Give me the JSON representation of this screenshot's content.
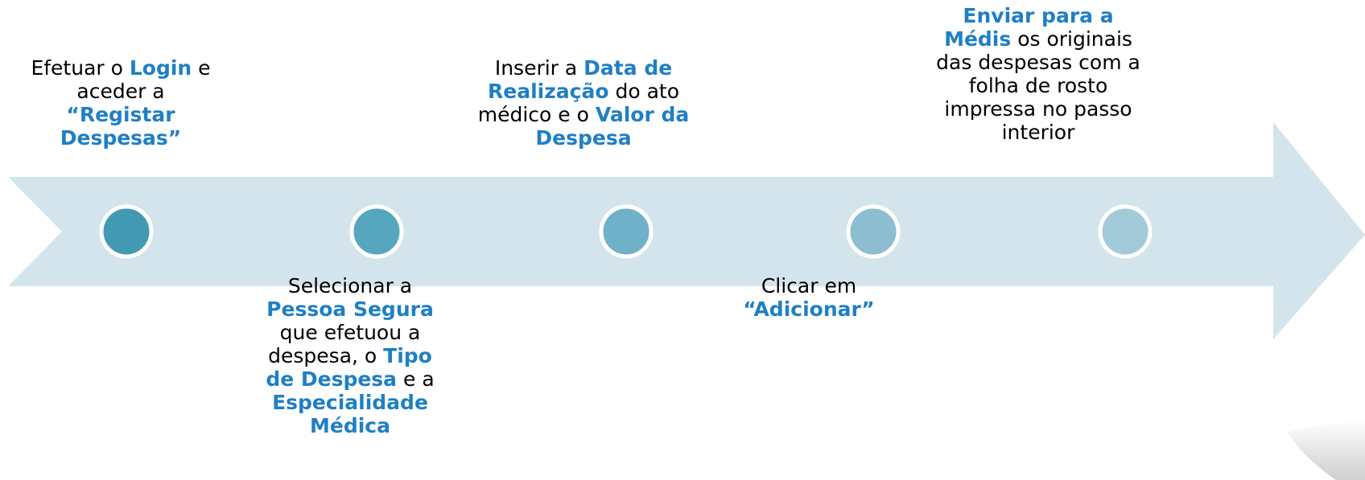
{
  "colors": {
    "arrow_fill": "#d3e4ec",
    "highlight_text": "#1f7fc4",
    "node_colors": [
      "#4499b2",
      "#56a7bd",
      "#6fb1c8",
      "#8dbdd0",
      "#a2cad9"
    ],
    "node_ring": "#ffffff"
  },
  "steps": [
    {
      "parts": [
        {
          "text": "Efetuar o ",
          "hl": false
        },
        {
          "text": "Login",
          "hl": true
        },
        {
          "text": " e aceder a ",
          "hl": false
        },
        {
          "text": "“Registar Despesas”",
          "hl": true
        }
      ]
    },
    {
      "parts": [
        {
          "text": "Selecionar a ",
          "hl": false
        },
        {
          "text": "Pessoa Segura",
          "hl": true
        },
        {
          "text": " que efetuou a despesa, o ",
          "hl": false
        },
        {
          "text": "Tipo de Despesa",
          "hl": true
        },
        {
          "text": " e a ",
          "hl": false
        },
        {
          "text": "Especialidade Médica",
          "hl": true
        }
      ]
    },
    {
      "parts": [
        {
          "text": "Inserir a ",
          "hl": false
        },
        {
          "text": "Data de Realização",
          "hl": true
        },
        {
          "text": " do ato médico e o ",
          "hl": false
        },
        {
          "text": "Valor da Despesa",
          "hl": true
        }
      ]
    },
    {
      "parts": [
        {
          "text": "Clicar em ",
          "hl": false
        },
        {
          "text": "“Adicionar”",
          "hl": true
        }
      ]
    },
    {
      "parts": [
        {
          "text": "Enviar para a Médis",
          "hl": true
        },
        {
          "text": " os originais das despesas com a folha de rosto impressa no passo interior",
          "hl": false
        }
      ]
    }
  ]
}
